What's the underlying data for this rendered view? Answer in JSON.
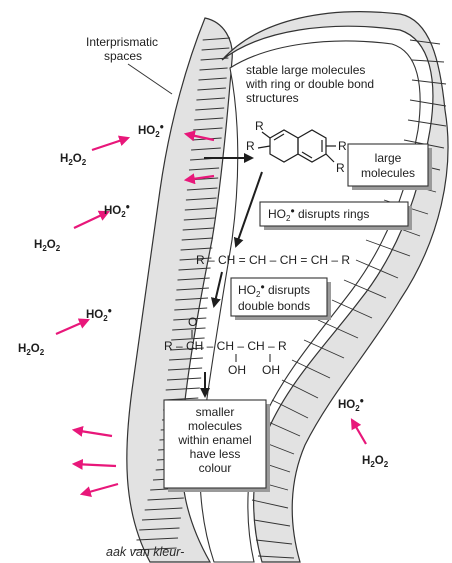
{
  "labels": {
    "interprismatic_line1": "Interprismatic",
    "interprismatic_line2": "spaces",
    "stable_line1": "stable large molecules",
    "stable_line2": "with ring or double bond",
    "stable_line3": "structures",
    "r_label": "R",
    "large_line1": "large",
    "large_line2": "molecules",
    "disrupts_rings": "disrupts rings",
    "chain_formula": "R – CH = CH – CH = CH – R",
    "disrupts_double_line1": "disrupts",
    "disrupts_double_line2": "double bonds",
    "oxygen": "O",
    "chain_formula2": "R – CH – CH – CH – R",
    "oh_1": "OH",
    "oh_2": "OH",
    "smaller_line1": "smaller",
    "smaller_line2": "molecules",
    "smaller_line3": "within enamel",
    "smaller_line4": "have less",
    "smaller_line5": "colour",
    "caption_fragment": "aak van kleur-"
  },
  "chem": {
    "h2o2_main": "H",
    "h2o2_sub": "2",
    "h2o2_tail": "O",
    "ho2_main": "HO",
    "ho2_sub": "2",
    "ho2_dot": "•"
  },
  "colors": {
    "arrow_magenta": "#e8177a",
    "enamel_hatch": "#e2e2e2",
    "outline": "#333333"
  }
}
